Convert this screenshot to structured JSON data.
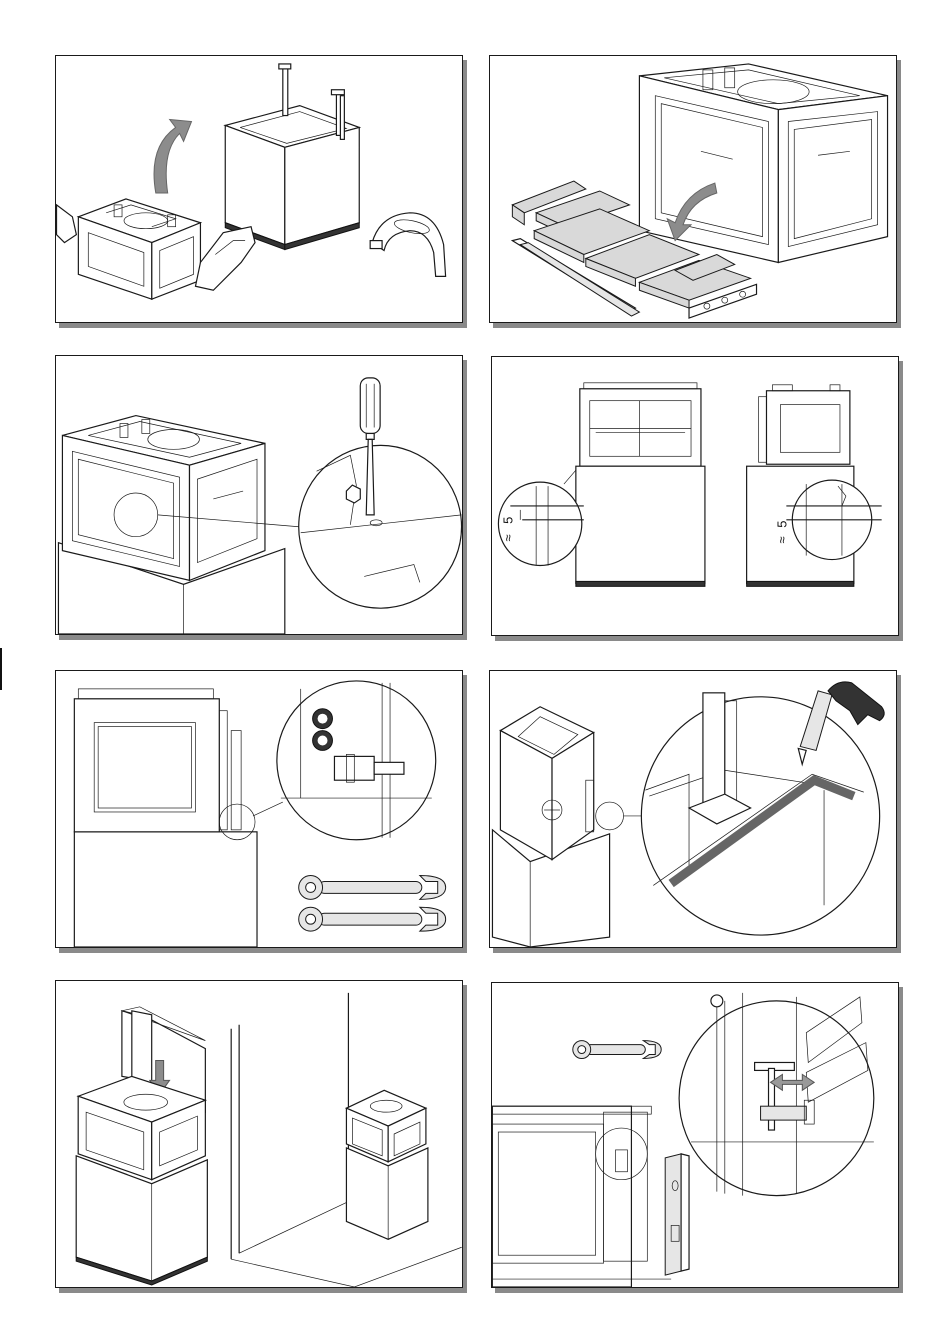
{
  "panels": [
    {
      "id": "p1",
      "step": "lift-insert-by-handles"
    },
    {
      "id": "p2",
      "step": "remove-refractory-liners"
    },
    {
      "id": "p3",
      "step": "unscrew-fixing-screw"
    },
    {
      "id": "p4",
      "step": "align-on-plinth",
      "labels": {
        "dim_front": "5",
        "approx_front": "≈",
        "dim_side": "5",
        "approx_side": "≈"
      }
    },
    {
      "id": "p5",
      "step": "adjust-nuts-with-wrenches"
    },
    {
      "id": "p6",
      "step": "apply-sealant"
    },
    {
      "id": "p7",
      "step": "lower-hood-and-position"
    },
    {
      "id": "p8",
      "step": "adjust-support-bracket"
    }
  ],
  "icons": [
    "curved-arrow-icon",
    "gloved-hand-icon",
    "lifting-handle-icon",
    "screwdriver-icon",
    "wrench-icon",
    "sealant-gun-icon",
    "double-arrow-icon",
    "down-arrow-icon"
  ],
  "colors": {
    "line": "#1a1a1a",
    "shadow": "#8a8a8a",
    "arrow": "#888888",
    "sealant": "#777777"
  }
}
